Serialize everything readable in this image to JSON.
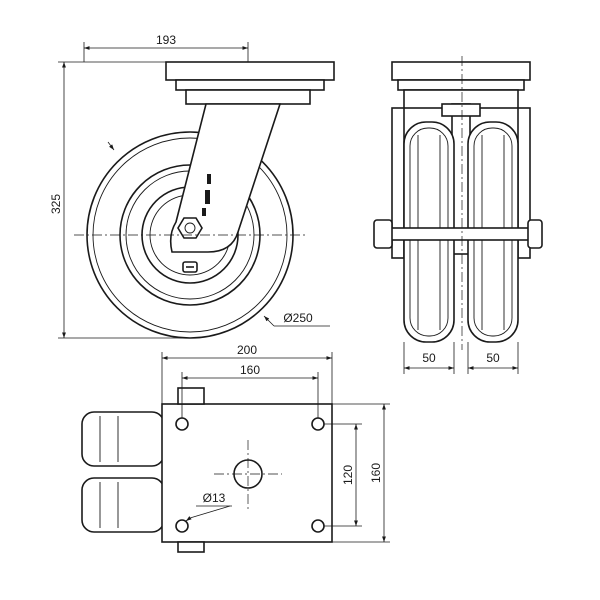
{
  "dimensions": {
    "top_width": "193",
    "overall_height": "325",
    "wheel_diameter": "Ø250",
    "wheel_width_left": "50",
    "wheel_width_right": "50",
    "plate_width": "200",
    "hole_spacing_x": "160",
    "hole_spacing_y": "120",
    "plate_length": "160",
    "bolt_hole": "Ø13"
  }
}
